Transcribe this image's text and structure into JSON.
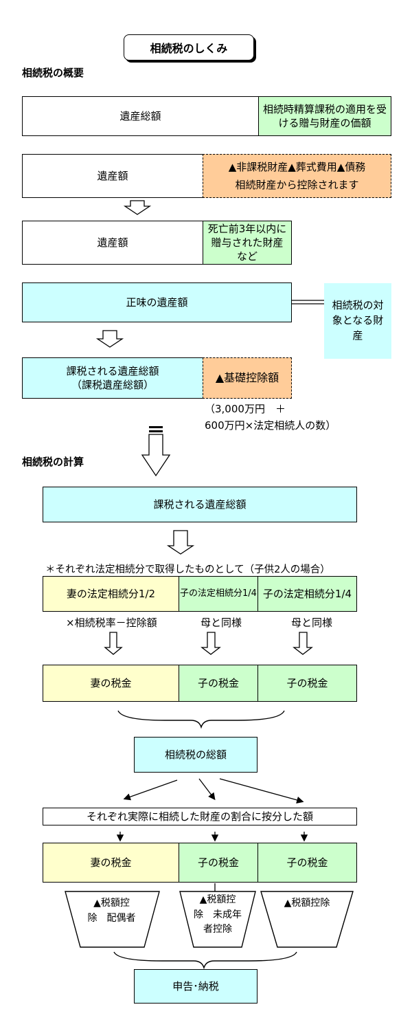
{
  "title": "相続税のしくみ",
  "section_overview": "相続税の概要",
  "section_calc": "相続税の計算",
  "row1": {
    "left": "遺産総額",
    "right": "相続時精算課税の適用を受ける贈与財産の価額"
  },
  "row2": {
    "left": "遺産額",
    "right_line1": "▲非課税財産▲葬式費用▲債務",
    "right_line2": "相続財産から控除されます"
  },
  "row3": {
    "left": "遺産額",
    "right": "死亡前3年以内に贈与された財産など"
  },
  "row4": {
    "left": "正味の遺産額",
    "side": "相続税の対象となる財産"
  },
  "row5": {
    "left_line1": "課税される遺産総額",
    "left_line2": "（課税遺産総額）",
    "right": "▲基礎控除額"
  },
  "basic_deduction_note": {
    "line1": "（3,000万円　＋",
    "line2": "600万円×法定相続人の数）"
  },
  "taxable_total": "課税される遺産総額",
  "assumption_note": "＊それぞれ法定相続分で取得したものとして（子供2人の場合）",
  "shares": {
    "wife": "妻の法定相続分1/2",
    "child1": "子の法定相続分1/4",
    "child2": "子の法定相続分1/4"
  },
  "share_notes": {
    "wife": "×相続税率－控除額",
    "child1": "母と同様",
    "child2": "母と同様"
  },
  "taxes1": {
    "wife": "妻の税金",
    "child1": "子の税金",
    "child2": "子の税金"
  },
  "total_tax": "相続税の総額",
  "allocation_note": "それぞれ実際に相続した財産の割合に按分した額",
  "taxes2": {
    "wife": "妻の税金",
    "child1": "子の税金",
    "child2": "子の税金"
  },
  "deductions": {
    "wife": [
      "▲税額控",
      "除　配偶者"
    ],
    "child1": [
      "▲税額控",
      "除　未成年",
      "者控除"
    ],
    "child2": [
      "▲税額控除"
    ]
  },
  "final": "申告･納税",
  "colors": {
    "green": "#ccffcc",
    "peach": "#ffcc99",
    "cyan": "#ccffff",
    "yellow": "#ffffcc"
  }
}
